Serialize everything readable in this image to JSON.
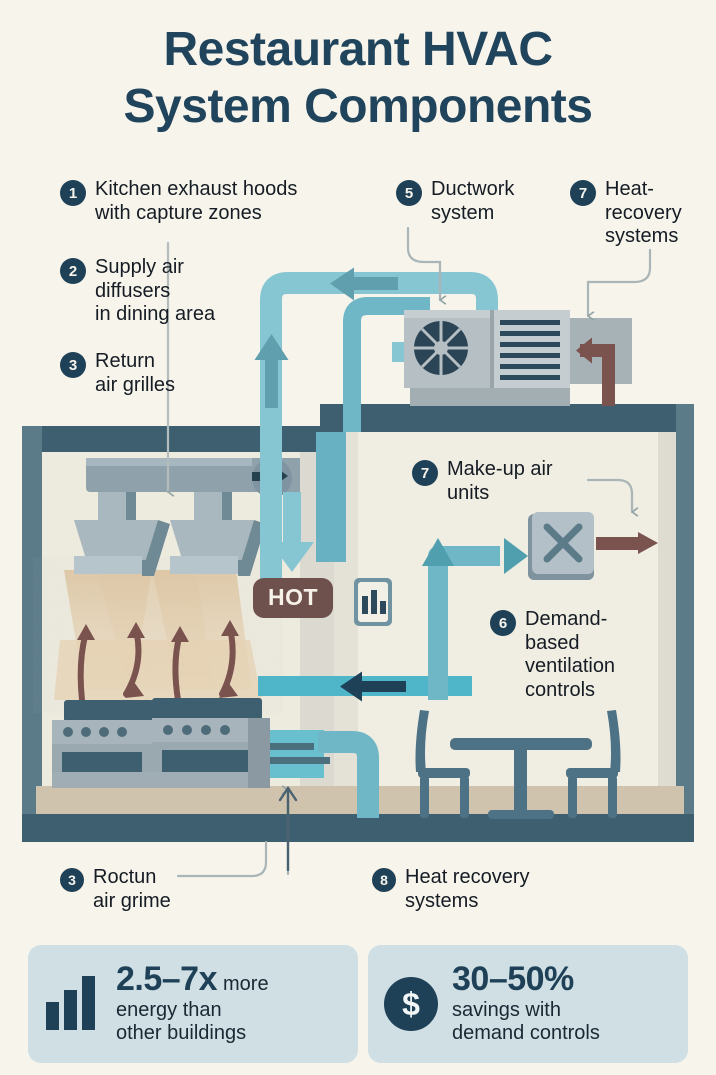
{
  "page": {
    "background": "#f7f4ec",
    "title": "Restaurant HVAC\nSystem Components",
    "title_color": "#20445c"
  },
  "palette": {
    "navy": "#1f4157",
    "slate": "#3d6173",
    "duct_blue": "#86c6d3",
    "duct_blue_dark": "#5aa8ba",
    "metal": "#9aa8b0",
    "metal_light": "#b6c2c9",
    "brown": "#7a524e",
    "hot_badge": "#6e514d",
    "wall": "#eceade",
    "floor_band": "#cfc3ae",
    "card_bg": "#cfdfe4",
    "capture_zone": "#e8d3b4"
  },
  "callouts": [
    {
      "num": "1",
      "text": "Kitchen exhaust hoods\nwith capture zones"
    },
    {
      "num": "2",
      "text": "Supply air\ndiffusers\nin dining area"
    },
    {
      "num": "3",
      "text": "Return\nair grilles"
    },
    {
      "num": "5",
      "text": "Ductwork\nsystem"
    },
    {
      "num": "7",
      "text": "Heat-\nrecovery\nsystems"
    },
    {
      "num": "7",
      "text": "Make-up air\nunits"
    },
    {
      "num": "6",
      "text": "Demand-\nbased\nventilation\ncontrols"
    },
    {
      "num": "3",
      "text": "Roctun\nair grime"
    },
    {
      "num": "8",
      "text": "Heat recovery\nsystems"
    }
  ],
  "diagram": {
    "hot_badge_label": "HOT",
    "control_panel_icon": "bar-chart-icon",
    "makeup_unit_icon": "x-mark-icon",
    "rooftop_fan_icon": "fan-icon"
  },
  "stats": [
    {
      "icon": "bar-chart-icon",
      "value": "2.5–7x",
      "suffix": "more",
      "sub": "energy than\nother buildings"
    },
    {
      "icon": "dollar-icon",
      "icon_glyph": "$",
      "value": "30–50%",
      "suffix": "",
      "sub": "savings with\ndemand controls"
    }
  ]
}
